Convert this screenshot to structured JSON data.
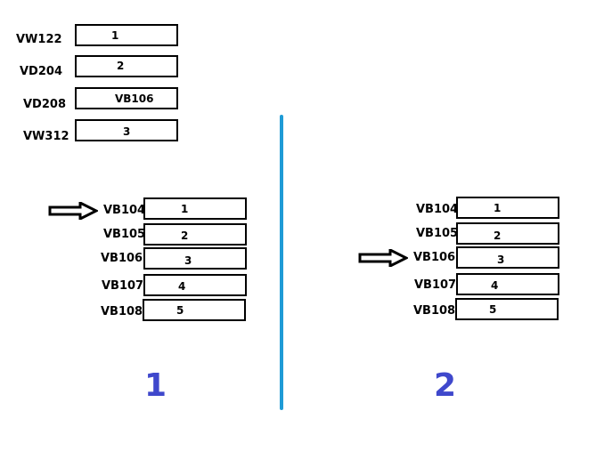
{
  "variables": [
    {
      "name": "VW122",
      "value": "1"
    },
    {
      "name": "VD204",
      "value": "2"
    },
    {
      "name": "VD208",
      "value": "VB106"
    },
    {
      "name": "VW312",
      "value": "3"
    }
  ],
  "panels": [
    {
      "number": "1",
      "pointer_target": "VB104",
      "rows": [
        {
          "name": "VB104",
          "value": "1"
        },
        {
          "name": "VB105",
          "value": "2"
        },
        {
          "name": "VB106",
          "value": "3"
        },
        {
          "name": "VB107",
          "value": "4"
        },
        {
          "name": "VB108",
          "value": "5"
        }
      ]
    },
    {
      "number": "2",
      "pointer_target": "VB106",
      "rows": [
        {
          "name": "VB104",
          "value": "1"
        },
        {
          "name": "VB105",
          "value": "2"
        },
        {
          "name": "VB106",
          "value": "3"
        },
        {
          "name": "VB107",
          "value": "4"
        },
        {
          "name": "VB108",
          "value": "5"
        }
      ]
    }
  ],
  "colors": {
    "divider": "#1f9bd6",
    "panel_number": "#3f48cc"
  },
  "icons": {
    "pointer": "right-arrow-icon"
  }
}
